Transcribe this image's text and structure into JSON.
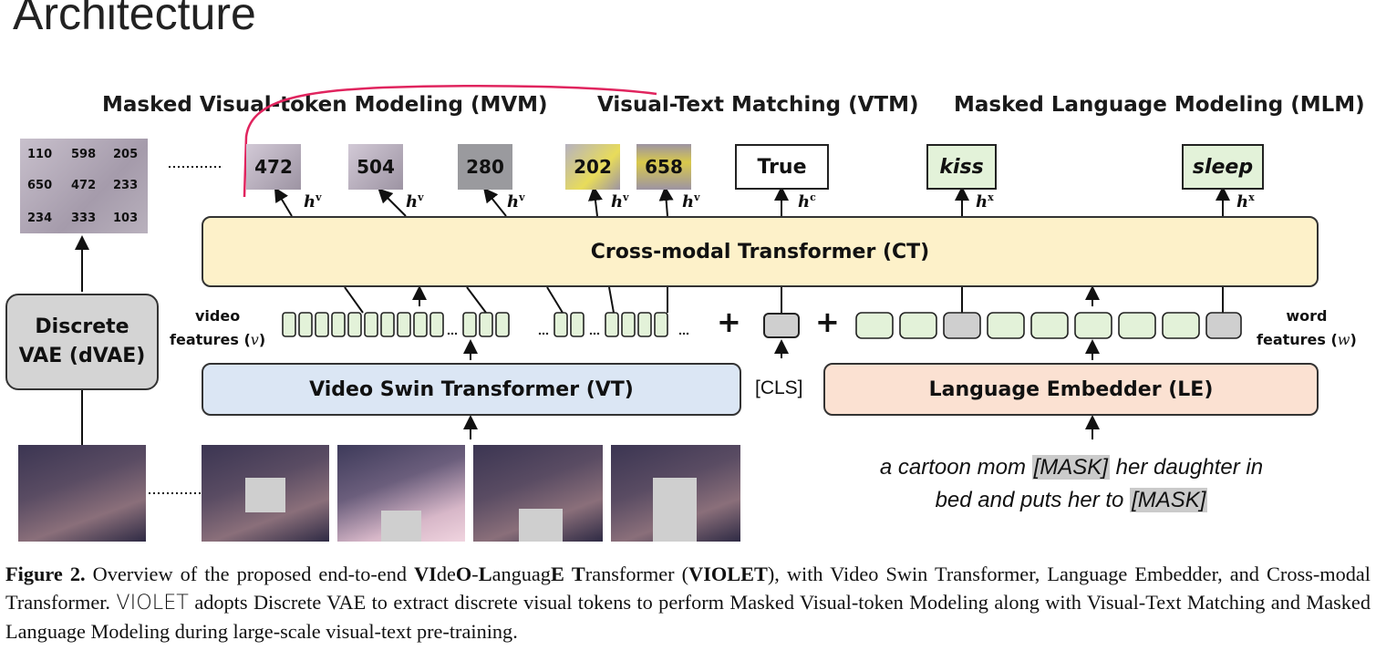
{
  "page_title": "Architecture",
  "tasks": {
    "mvm": "Masked Visual-token Modeling (MVM)",
    "vtm": "Visual-Text Matching (VTM)",
    "mlm": "Masked Language Modeling (MLM)"
  },
  "token_grid": [
    [
      "110",
      "598",
      "205"
    ],
    [
      "650",
      "472",
      "233"
    ],
    [
      "234",
      "333",
      "103"
    ]
  ],
  "visual_tokens": [
    "472",
    "504",
    "280",
    "202",
    "658"
  ],
  "vtm_output": "True",
  "mlm_outputs": [
    "kiss",
    "sleep"
  ],
  "h_labels": {
    "visual": "h",
    "visual_sup": "v",
    "cls": "h",
    "cls_sup": "c",
    "text": "h",
    "text_sup": "x"
  },
  "blocks": {
    "ct": "Cross-modal Transformer (CT)",
    "vt": "Video Swin Transformer (VT)",
    "le": "Language Embedder (LE)",
    "dvae_line1": "Discrete",
    "dvae_line2": "VAE (dVAE)"
  },
  "video_features_label": {
    "line1": "video",
    "line2": "features (",
    "var": "v",
    "close": ")"
  },
  "word_features_label": {
    "line1": "word",
    "line2": "features (",
    "var": "w",
    "close": ")"
  },
  "cls_label": "[CLS]",
  "sentence": {
    "part1": "a cartoon mom ",
    "mask1": "[MASK]",
    "part2": " her daughter in",
    "part3": "bed and puts her to ",
    "mask2": "[MASK]"
  },
  "caption": {
    "label": "Figure 2.",
    "t1": " Overview of the proposed end-to-end ",
    "vi": "VI",
    "de": "de",
    "o": "O",
    "dash": "-",
    "l": "L",
    "anguag": "anguag",
    "e": "E",
    "space": " ",
    "t": "T",
    "ransformer": "ransformer (",
    "violet": "VIOLET",
    "t2": "), with Video Swin Transformer, Language Embedder, and Cross-modal Transformer. ",
    "violet2": "VIOLET",
    "t3": " adopts Discrete VAE to extract discrete visual tokens to perform Masked Visual-token Modeling along with Visual-Text Matching and Masked Language Modeling during large-scale visual-text pre-training."
  },
  "colors": {
    "ct_fill": "#fdf1c9",
    "vt_fill": "#dbe6f4",
    "le_fill": "#fbe1d2",
    "word_feature": "#e3f2d9",
    "gray_feature": "#cfcfcf",
    "annotation": "#e0245e"
  }
}
